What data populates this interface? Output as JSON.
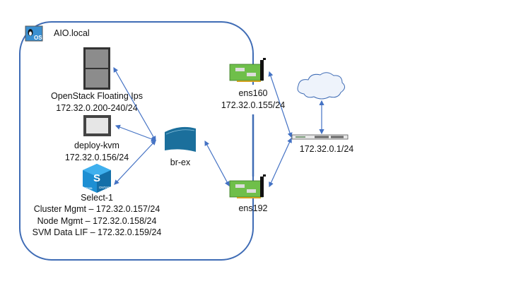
{
  "host": {
    "name": "AIO.local",
    "os_badge": "OS"
  },
  "nodes": {
    "floating_ips": {
      "label": "OpenStack Floating Ips",
      "ip": "172.32.0.200-240/24"
    },
    "deploy_kvm": {
      "label": "deploy-kvm",
      "ip": "172.32.0.156/24"
    },
    "select": {
      "label": "Select-1",
      "icon_letter": "S",
      "icon_text_left": "Data",
      "icon_text_right": "ONTAP",
      "lines": [
        "Cluster Mgmt – 172.32.0.157/24",
        "Node Mgmt – 172.32.0.158/24",
        "SVM Data LIF – 172.32.0.159/24"
      ]
    },
    "bridge": {
      "label": "br-ex"
    },
    "nic1": {
      "label": "ens160",
      "ip": "172.32.0.155/24"
    },
    "nic2": {
      "label": "ens192"
    },
    "switch": {
      "ip": "172.32.0.1/24"
    }
  },
  "colors": {
    "boundary": "#3f6cb5",
    "arrow": "#4472c4",
    "bridge": "#1b6f9c",
    "nic": "#6fbf4a",
    "select": "#1d8fd3"
  }
}
